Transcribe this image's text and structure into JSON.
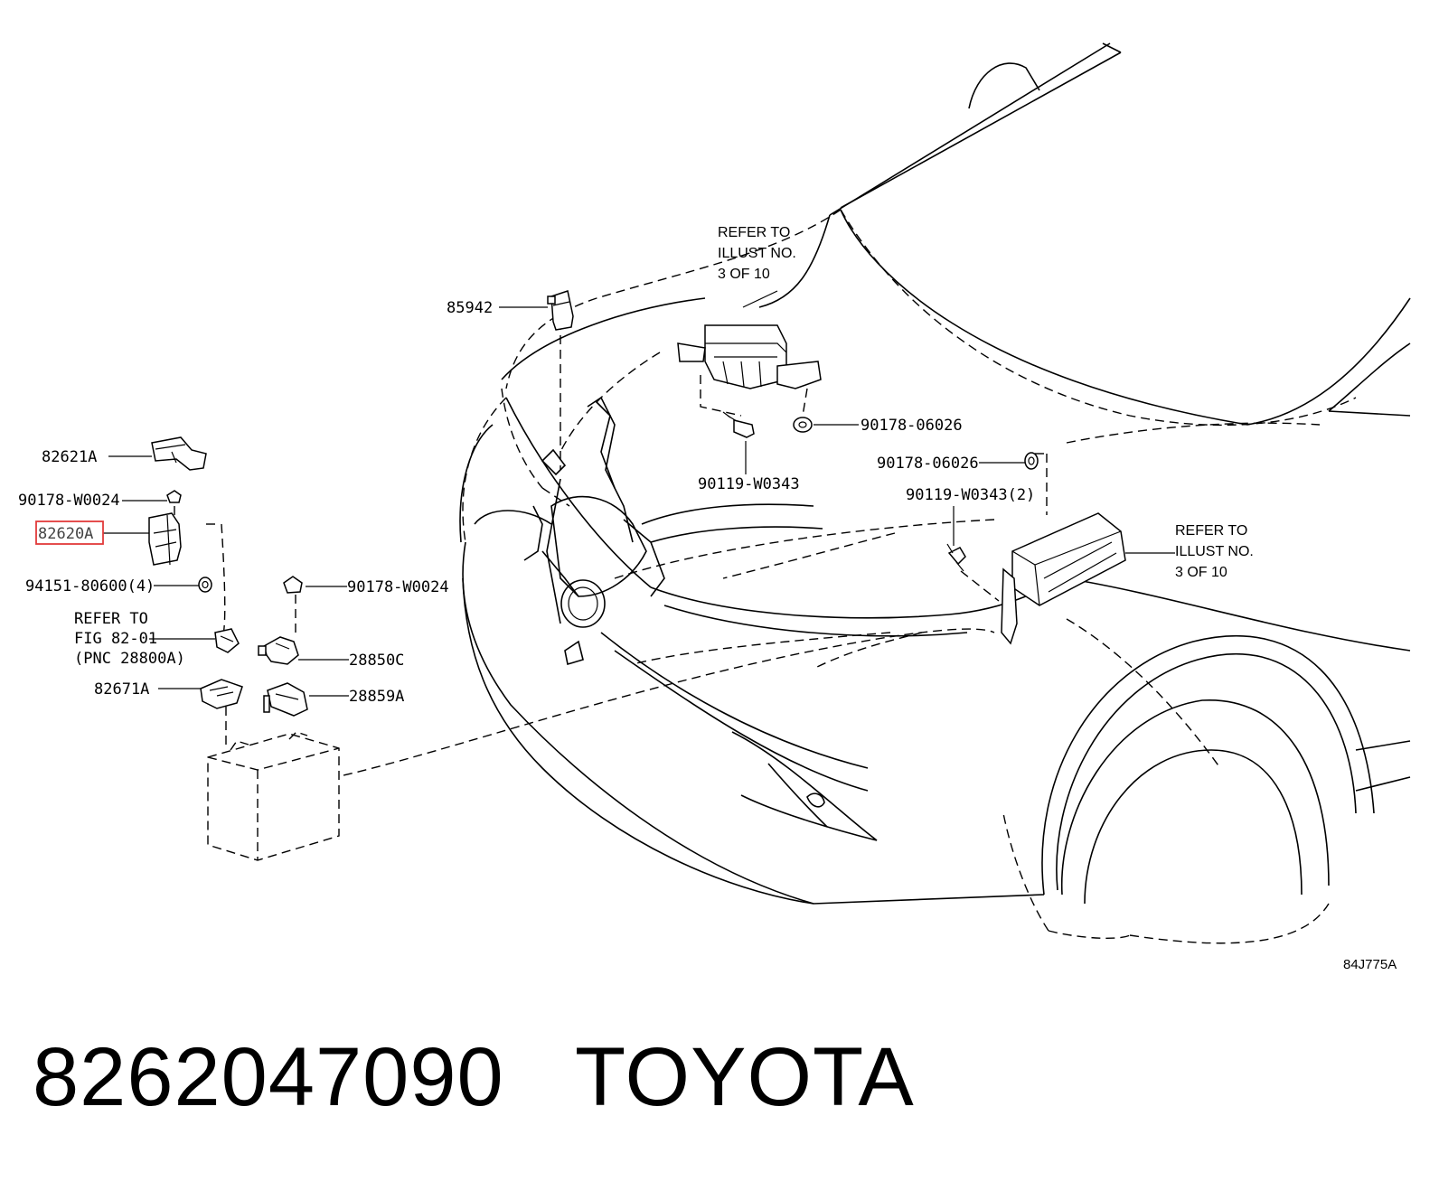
{
  "labels": {
    "p85942": "85942",
    "p82621A": "82621A",
    "p90178_W0024_a": "90178-W0024",
    "p82620A": "82620A",
    "p94151": "94151-80600(4)",
    "p90178_W0024_b": "90178-W0024",
    "p28850C": "28850C",
    "p82671A": "82671A",
    "p28859A": "28859A",
    "p90178_06026_a": "90178-06026",
    "p90119_W0343_a": "90119-W0343",
    "p90178_06026_b": "90178-06026",
    "p90119_W0343_b": "90119-W0343(2)"
  },
  "refer_fig": {
    "line1": "REFER TO",
    "line2": "FIG 82-01",
    "line3": "(PNC 28800A)"
  },
  "refer_illust_top": {
    "line1": "REFER TO",
    "line2": "ILLUST NO.",
    "line3": "3 OF 10"
  },
  "refer_illust_right": {
    "line1": "REFER TO",
    "line2": "ILLUST NO.",
    "line3": "3 OF 10"
  },
  "illustration_code": "84J775A",
  "footer": {
    "part_number": "8262047090",
    "brand": "TOYOTA"
  },
  "colors": {
    "highlight": "#e23b3b"
  }
}
